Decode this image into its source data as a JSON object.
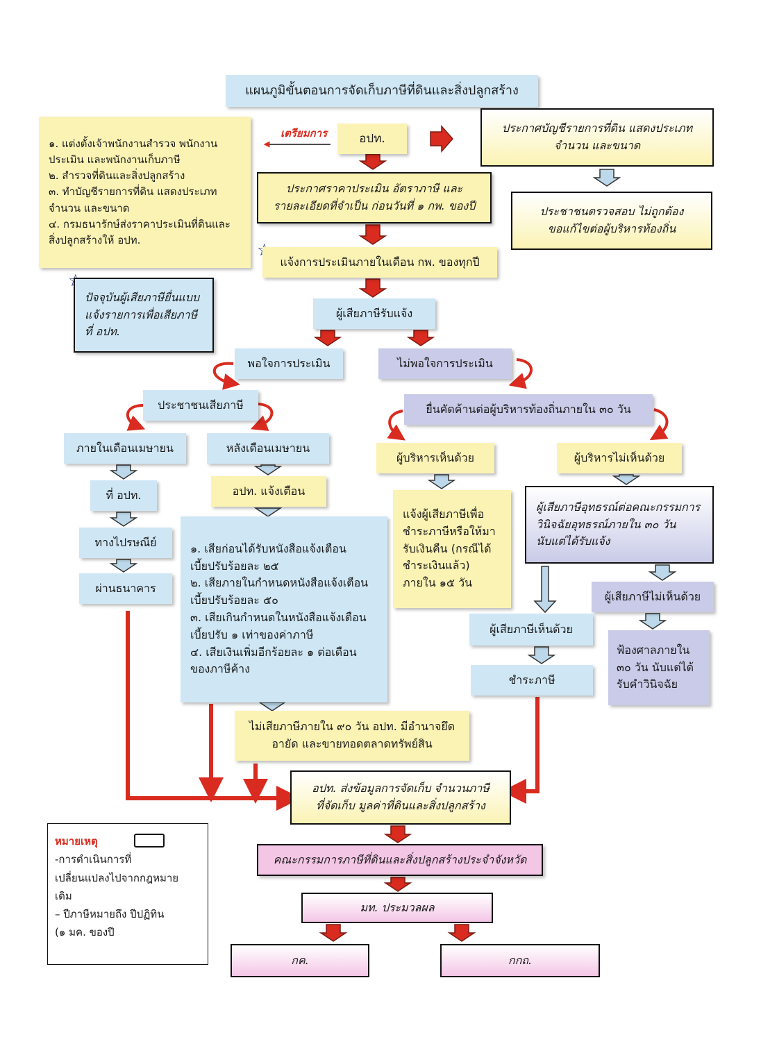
{
  "title": "แผนภูมิขั้นตอนการจัดเก็บภาษีที่ดินและสิ่งปลูกสร้าง",
  "prep_label": "เตรียมการ",
  "nodes": {
    "prep_list": "๑. แต่งตั้งเจ้าพนักงานสำรวจ พนักงาน\nประเมิน และพนักงานเก็บภาษี\n๒. สำรวจที่ดินและสิ่งปลูกสร้าง\n๓. ทำบัญชีรายการที่ดิน แสดงประเภท\nจำนวน และขนาด\n๔. กรมธนารักษ์ส่งราคาประเมินที่ดินและ\nสิ่งปลูกสร้างให้ อปท.",
    "opt": "อปท.",
    "announce_list": "ประกาศบัญชีรายการที่ดิน แสดงประเภท\nจำนวน และขนาด",
    "announce_price": "ประกาศราคาประเมิน อัตราภาษี และ\nรายละเอียดที่จำเป็น ก่อนวันที่ ๑ กพ. ของปี",
    "public_check": "ประชาชนตรวจสอบ ไม่ถูกต้อง\nขอแก้ไขต่อผู้บริหารท้องถิ่น",
    "notify_feb": "แจ้งการประเมินภายในเดือน กพ. ของทุกปี",
    "current_note": "ปัจจุบันผู้เสียภาษียื่นแบบ\nแจ้งรายการเพื่อเสียภาษี\nที่ อปท.",
    "taxpayer_notified": "ผู้เสียภาษีรับแจ้ง",
    "satisfied": "พอใจการประเมิน",
    "unsatisfied": "ไม่พอใจการประเมิน",
    "public_pay": "ประชาชนเสียภาษี",
    "within_april": "ภายในเดือนเมษายน",
    "after_april": "หลังเดือนเมษายน",
    "at_opt": "ที่ อปท.",
    "by_post": "ทางไปรษณีย์",
    "via_bank": "ผ่านธนาคาร",
    "opt_warn": "อปท. แจ้งเตือน",
    "penalty_list": "๑. เสียก่อนได้รับหนังสือแจ้งเตือน\nเบี้ยปรับร้อยละ ๒๕\n๒. เสียภายในกำหนดหนังสือแจ้งเตือน\nเบี้ยปรับร้อยละ ๕๐\n๓. เสียเกินกำหนดในหนังสือแจ้งเตือน\nเบี้ยปรับ ๑ เท่าของค่าภาษี\n๔. เสียเงินเพิ่มอีกร้อยละ ๑ ต่อเดือน\nของภาษีค้าง",
    "seize": "ไม่เสียภาษีภายใน ๙๐ วัน อปท. มีอำนาจยึด\nอายัด และขายทอดตลาดทรัพย์สิน",
    "object": "ยื่นคัดค้านต่อผู้บริหารท้องถิ่นภายใน ๓๐ วัน",
    "exec_agree": "ผู้บริหารเห็นด้วย",
    "exec_disagree": "ผู้บริหารไม่เห็นด้วย",
    "refund": "แจ้งผู้เสียภาษีเพื่อ\nชำระภาษีหรือให้มา\nรับเงินคืน (กรณีได้\nชำระเงินแล้ว)\nภายใน ๑๕ วัน",
    "appeal": "ผู้เสียภาษีอุทธรณ์ต่อคณะกรรมการ\nวินิจฉัยอุทธรณ์ภายใน ๓๐ วัน\nนับแต่ได้รับแจ้ง",
    "taxpayer_agree": "ผู้เสียภาษีเห็นด้วย",
    "taxpayer_disagree": "ผู้เสียภาษีไม่เห็นด้วย",
    "pay_tax": "ชำระภาษี",
    "sue": "ฟ้องศาลภายใน\n๓๐ วัน นับแต่ได้\nรับคำวินิจฉัย",
    "send_data": "อปท. ส่งข้อมูลการจัดเก็บ จำนวนภาษี\nที่จัดเก็บ มูลค่าที่ดินและสิ่งปลูกสร้าง",
    "committee": "คณะกรรมการภาษีที่ดินและสิ่งปลูกสร้างประจำจังหวัด",
    "moi": "มท. ประมวลผล",
    "kk": "กค.",
    "kkth": "กกถ."
  },
  "legend": {
    "title": "หมายเหตุ",
    "lines": "-การดำเนินการที่\nเปลี่ยนแปลงไปจากกฎหมาย\nเดิม\n– ปีภาษีหมายถึง ปีปฏิทิน\n(๑ มค. ของปี"
  },
  "colors": {
    "blue_box": "#cfe7f5",
    "yellow_box": "#fbf3b4",
    "purple_box": "#c9cbe8",
    "pink_box": "#f4c6e6",
    "red_arrow": "#d92b1f",
    "light_arrow": "#bcd8ea"
  }
}
